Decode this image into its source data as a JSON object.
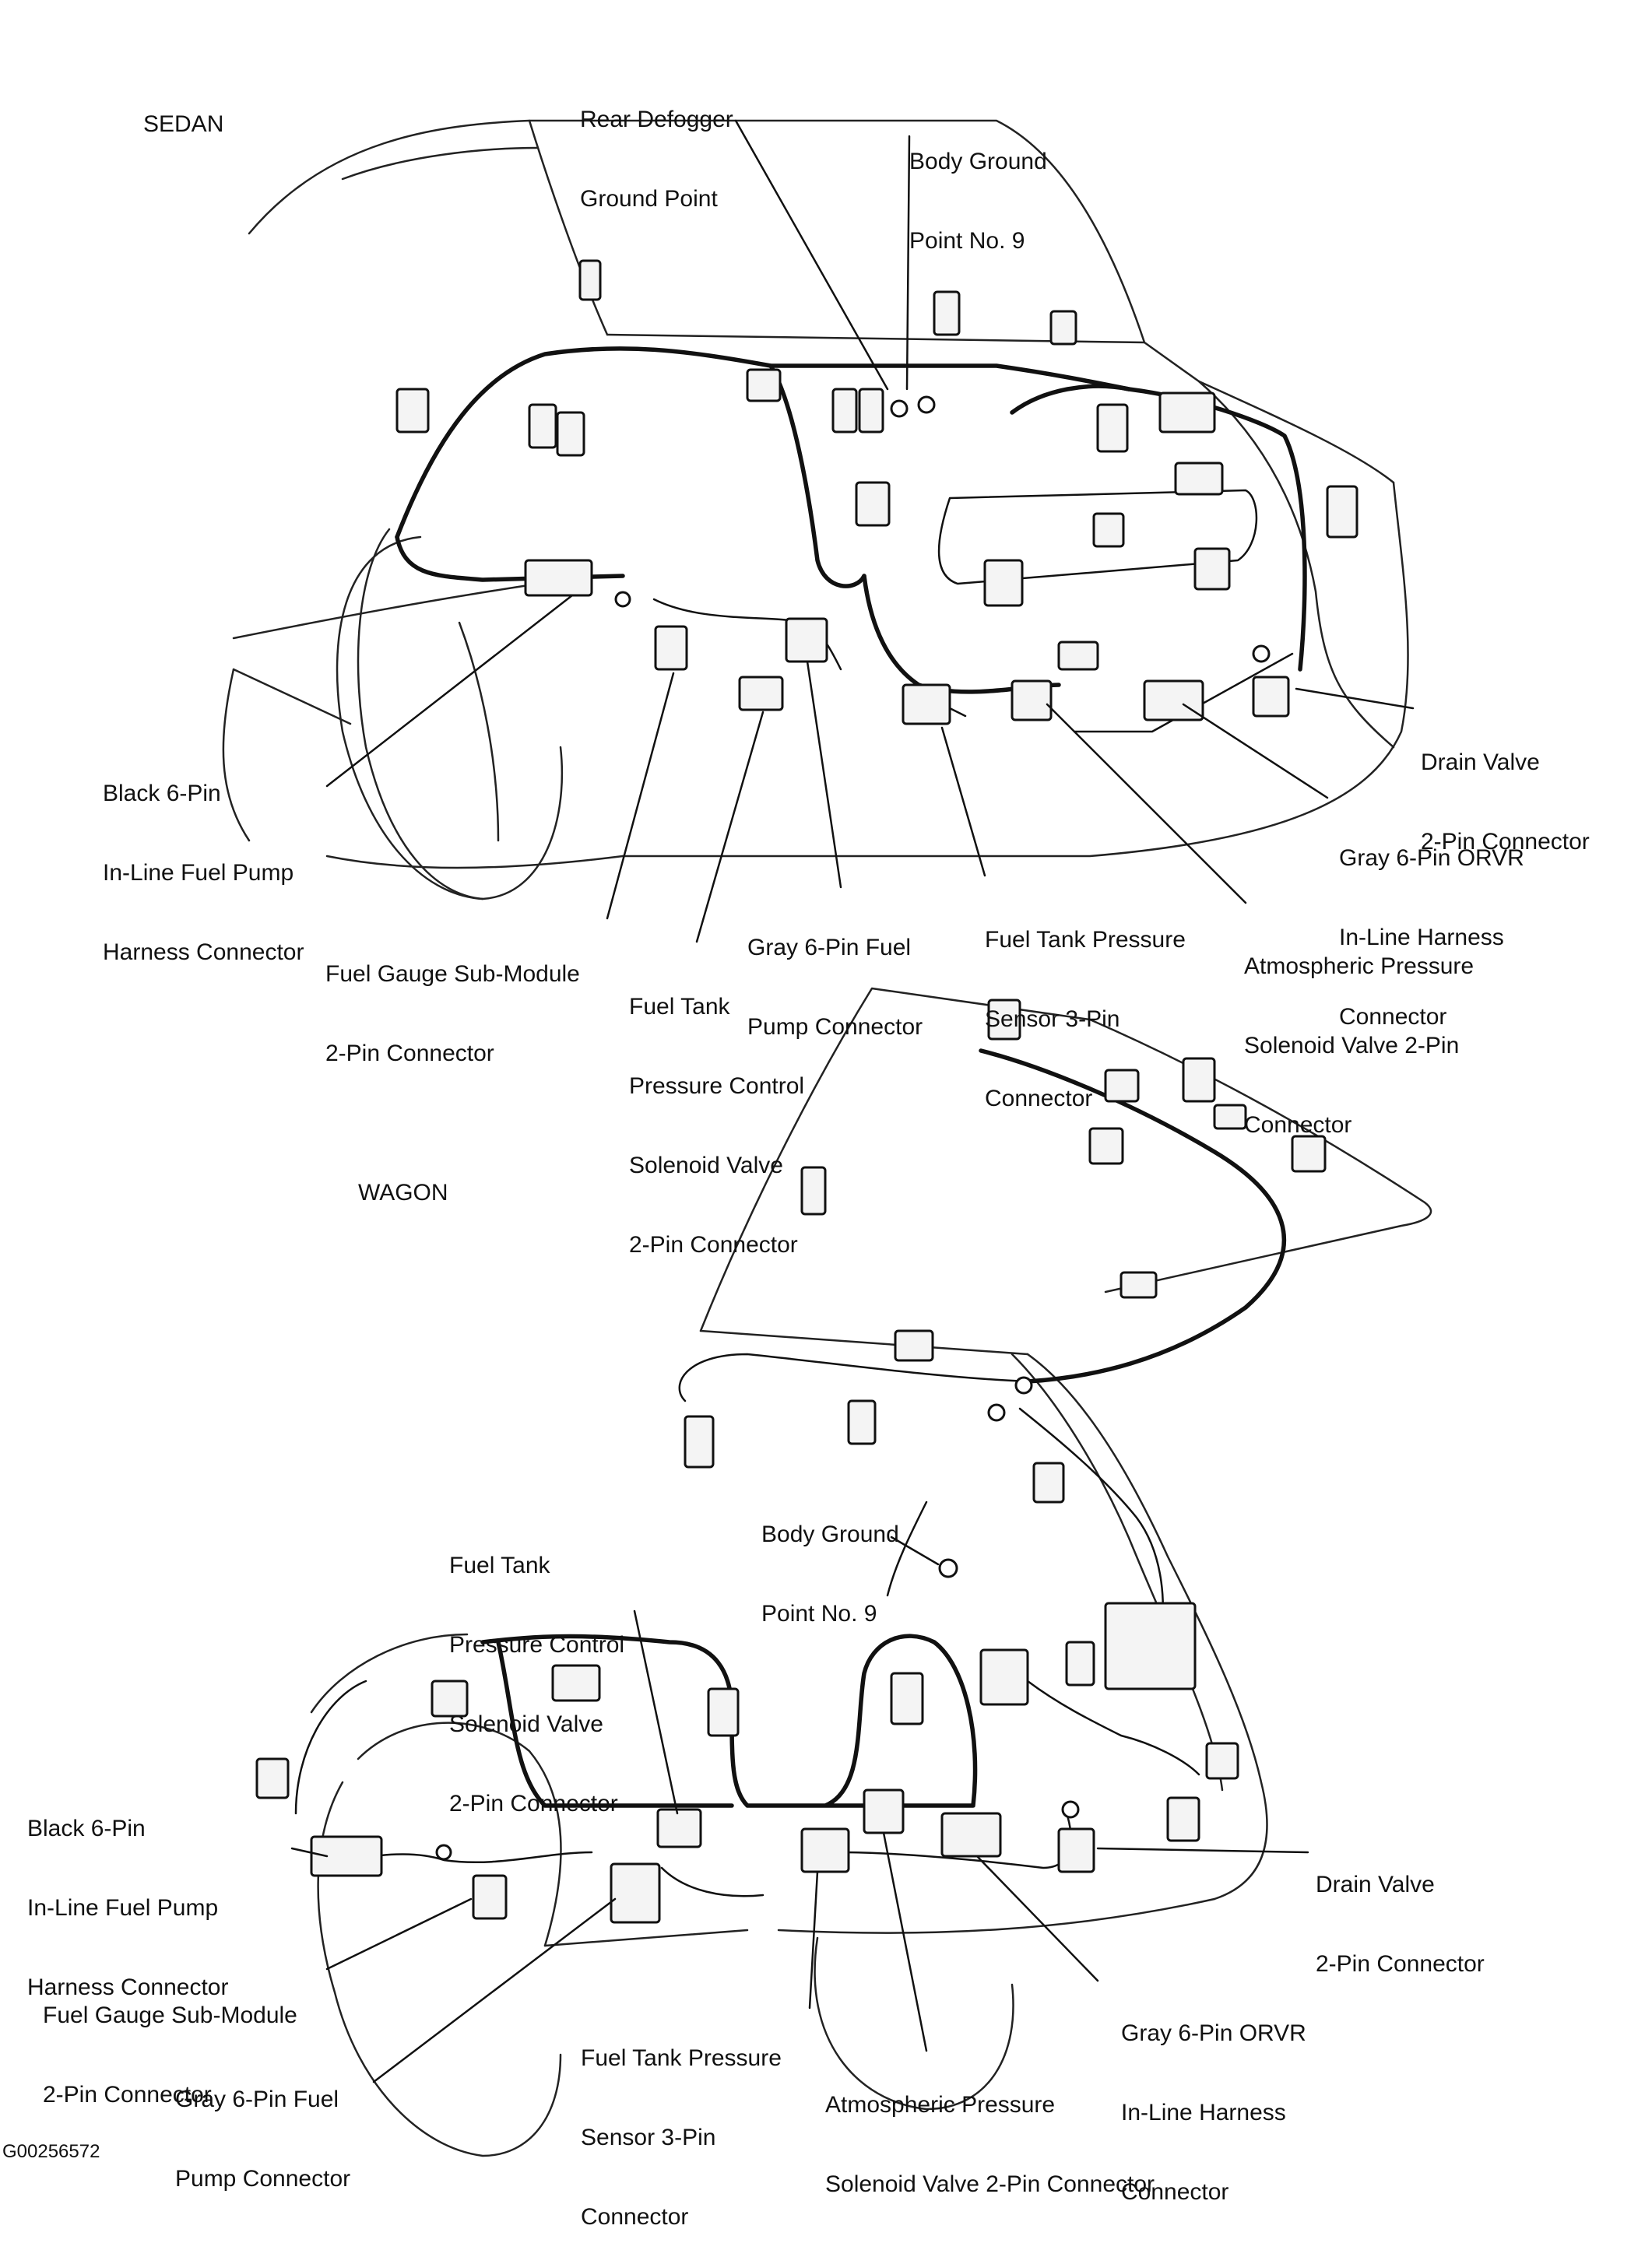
{
  "sedan": {
    "title": "SEDAN",
    "labels": {
      "rear_defogger": [
        "Rear Defogger",
        "Ground Point"
      ],
      "body_ground": [
        "Body Ground",
        "Point No. 9"
      ],
      "drain_valve": [
        "Drain Valve",
        "2-Pin Connector"
      ],
      "black_6pin": [
        "Black 6-Pin",
        "In-Line Fuel Pump",
        "Harness Connector"
      ],
      "gray_orvr": [
        "Gray 6-Pin ORVR",
        "In-Line Harness",
        "Connector"
      ],
      "gray_6pin_fuel": [
        "Gray 6-Pin Fuel",
        "Pump Connector"
      ],
      "fuel_tank_sensor": [
        "Fuel Tank Pressure",
        "Sensor 3-Pin",
        "Connector"
      ],
      "atmospheric": [
        "Atmospheric Pressure",
        "Solenoid Valve 2-Pin",
        "Connector"
      ],
      "fuel_gauge": [
        "Fuel Gauge Sub-Module",
        "2-Pin Connector"
      ],
      "fuel_tank_control": [
        "Fuel Tank",
        "Pressure Control",
        "Solenoid Valve",
        "2-Pin Connector"
      ]
    }
  },
  "wagon": {
    "title": "WAGON",
    "labels": {
      "body_ground": [
        "Body Ground",
        "Point No. 9"
      ],
      "fuel_tank_control": [
        "Fuel Tank",
        "Pressure Control",
        "Solenoid Valve",
        "2-Pin Connector"
      ],
      "black_6pin": [
        "Black 6-Pin",
        "In-Line Fuel Pump",
        "Harness Connector"
      ],
      "drain_valve": [
        "Drain Valve",
        "2-Pin Connector"
      ],
      "fuel_gauge": [
        "Fuel Gauge Sub-Module",
        "2-Pin Connector"
      ],
      "gray_6pin_fuel": [
        "Gray 6-Pin Fuel",
        "Pump Connector"
      ],
      "fuel_tank_sensor": [
        "Fuel Tank Pressure",
        "Sensor 3-Pin",
        "Connector"
      ],
      "gray_orvr": [
        "Gray 6-Pin ORVR",
        "In-Line Harness",
        "Connector"
      ],
      "atmospheric": [
        "Atmospheric Pressure",
        "Solenoid Valve 2-Pin Connector"
      ]
    }
  },
  "figure_id": "G00256572"
}
